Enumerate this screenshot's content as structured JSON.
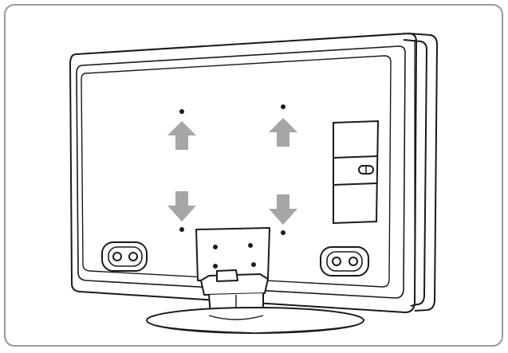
{
  "diagram": {
    "subject": "tv-rear-panel-wall-mount",
    "colors": {
      "frame_border": "#9a9a9a",
      "line": "#1a1a1a",
      "arrow_fill": "#a6a6a6",
      "background": "#ffffff",
      "panel_fill": "#ffffff"
    },
    "arrows": [
      {
        "name": "arrow-up-left",
        "direction": "up"
      },
      {
        "name": "arrow-up-right",
        "direction": "up"
      },
      {
        "name": "arrow-down-left",
        "direction": "down"
      },
      {
        "name": "arrow-down-right",
        "direction": "down"
      }
    ],
    "mount_holes": 4
  }
}
